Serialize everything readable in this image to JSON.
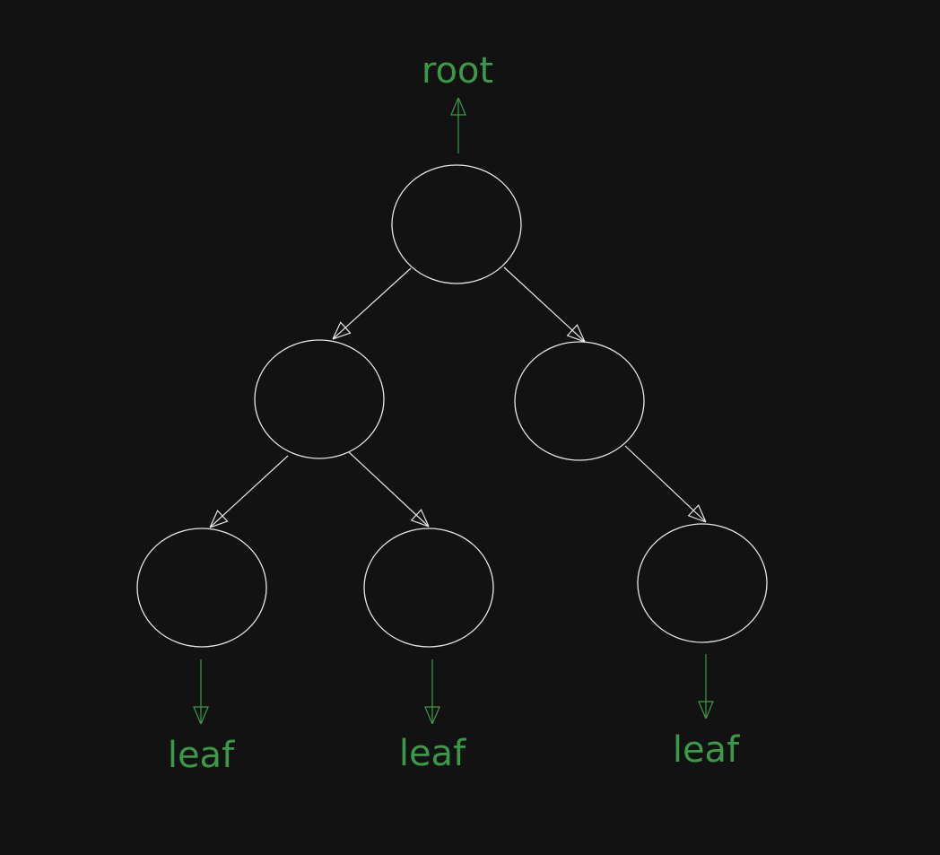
{
  "diagram": {
    "background": "#121212",
    "node_stroke": "#e6e6e6",
    "edge_stroke": "#e6e6e6",
    "label_color": "#3a9a48",
    "labels": {
      "root": "root",
      "leaf_1": "leaf",
      "leaf_2": "leaf",
      "leaf_3": "leaf"
    },
    "nodes": [
      {
        "id": "n-root"
      },
      {
        "id": "n-left"
      },
      {
        "id": "n-right"
      },
      {
        "id": "n-leaf-1"
      },
      {
        "id": "n-leaf-2"
      },
      {
        "id": "n-leaf-3"
      }
    ],
    "edges": [
      {
        "from": "n-root",
        "to": "n-left"
      },
      {
        "from": "n-root",
        "to": "n-right"
      },
      {
        "from": "n-left",
        "to": "n-leaf-1"
      },
      {
        "from": "n-left",
        "to": "n-leaf-2"
      },
      {
        "from": "n-right",
        "to": "n-leaf-3"
      }
    ]
  }
}
